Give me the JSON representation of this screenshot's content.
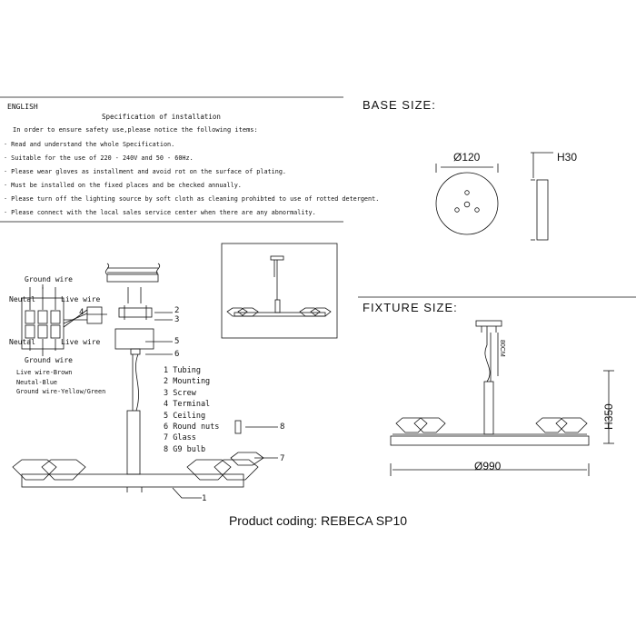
{
  "spec": {
    "language": "ENGLISH",
    "title": "Specification of installation",
    "intro": "In order to ensure safety use,please notice the following items:",
    "items": [
      "·  Read and understand the whole Specification.",
      "·  Suitable for the use of 220 - 240V and 50 - 60Hz.",
      "·  Please wear gloves as installment and avoid rot on the surface of plating.",
      "· Must be installed on the fixed places and be checked annually.",
      "·  Please turn off the lighting source by soft cloth as cleaning prohibted to use of rotted detergent.",
      "·  Please connect with the local sales service center when there are any abnormality."
    ]
  },
  "wiring": {
    "ground_top": "Ground wire",
    "neutal_top": "Neutal",
    "live_top": "Live wire",
    "neutal_bottom": "Neutal",
    "live_bottom": "Live wire",
    "ground_bottom": "Ground wire",
    "legend": [
      "Live wire-Brown",
      "Neutal-Blue",
      "Ground wire-Yellow/Green"
    ]
  },
  "parts": [
    "1  Tubing",
    "2  Mounting",
    "3  Screw",
    "4  Terminal",
    "5  Ceiling",
    "6  Round nuts",
    "7  Glass",
    "8  G9 bulb"
  ],
  "callouts": [
    "1",
    "2",
    "3",
    "4",
    "5",
    "6",
    "7",
    "8"
  ],
  "base": {
    "title": "BASE SIZE:",
    "diameter": "Ø120",
    "height": "H30"
  },
  "fixture": {
    "title": "FIXTURE SIZE:",
    "cable": "80CM",
    "height": "H350",
    "width": "Ø990"
  },
  "product_coding": "Product coding: REBECA SP10"
}
